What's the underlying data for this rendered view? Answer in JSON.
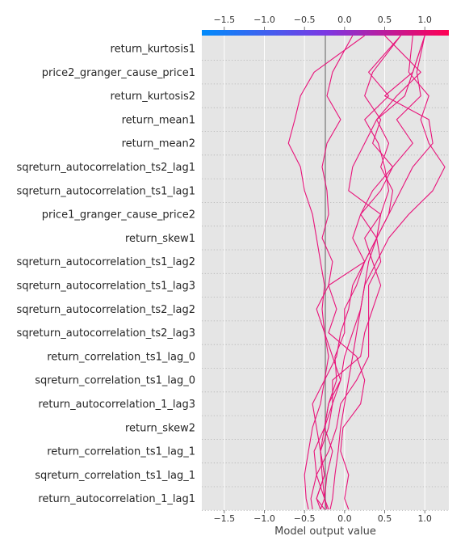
{
  "chart_data": {
    "type": "line",
    "xlabel": "Model output value",
    "xlim": [
      -1.78,
      1.3
    ],
    "xticks": [
      -1.5,
      -1.0,
      -0.5,
      0.0,
      0.5,
      1.0
    ],
    "xtick_labels": [
      "−1.5",
      "−1.0",
      "−0.5",
      "0.0",
      "0.5",
      "1.0"
    ],
    "base_value": -0.24,
    "features": [
      "return_kurtosis1",
      "price2_granger_cause_price1",
      "return_kurtosis2",
      "return_mean1",
      "return_mean2",
      "sqreturn_autocorrelation_ts2_lag1",
      "sqreturn_autocorrelation_ts1_lag1",
      "price1_granger_cause_price2",
      "return_skew1",
      "sqreturn_autocorrelation_ts1_lag2",
      "sqreturn_autocorrelation_ts1_lag3",
      "sqreturn_autocorrelation_ts2_lag2",
      "sqreturn_autocorrelation_ts2_lag3",
      "return_correlation_ts1_lag_0",
      "sqreturn_correlation_ts1_lag_0",
      "return_autocorrelation_1_lag3",
      "return_skew2",
      "return_correlation_ts1_lag_1",
      "sqreturn_correlation_ts1_lag_1",
      "return_autocorrelation_1_lag1"
    ],
    "colorbar_colors": [
      "#008bfb",
      "#7b38e3",
      "#ff0052"
    ],
    "line_color": "#e8137a",
    "series": [
      {
        "values": [
          -0.45,
          -0.48,
          -0.5,
          -0.45,
          -0.4,
          -0.3,
          -0.25,
          -0.2,
          -0.25,
          -0.28,
          -0.25,
          -0.3,
          -0.35,
          -0.4,
          -0.5,
          -0.55,
          -0.7,
          -0.62,
          -0.55,
          -0.38,
          0.25
        ]
      },
      {
        "values": [
          -0.22,
          -0.25,
          -0.28,
          -0.3,
          -0.35,
          -0.4,
          -0.25,
          -0.1,
          -0.05,
          0.05,
          0.1,
          0.25,
          0.4,
          0.55,
          0.6,
          0.45,
          0.55,
          0.4,
          0.75,
          0.85,
          1.0
        ]
      },
      {
        "values": [
          -0.2,
          -0.25,
          -0.22,
          -0.15,
          -0.25,
          -0.2,
          -0.05,
          -0.15,
          -0.25,
          -0.35,
          -0.2,
          0.25,
          0.1,
          0.2,
          0.45,
          0.6,
          0.85,
          0.65,
          0.95,
          0.9,
          1.0
        ]
      },
      {
        "values": [
          0.05,
          0.0,
          0.05,
          -0.05,
          -0.02,
          0.2,
          0.25,
          0.15,
          -0.2,
          -0.1,
          -0.2,
          -0.15,
          -0.28,
          -0.2,
          -0.22,
          -0.28,
          -0.22,
          -0.05,
          -0.22,
          -0.15,
          0.1
        ]
      },
      {
        "values": [
          -0.3,
          -0.35,
          -0.25,
          -0.3,
          -0.2,
          -0.15,
          -0.15,
          0.2,
          0.25,
          0.35,
          0.45,
          0.35,
          0.25,
          0.45,
          0.55,
          0.5,
          0.42,
          0.25,
          0.55,
          0.3,
          0.7
        ]
      },
      {
        "values": [
          -0.25,
          -0.35,
          -0.25,
          -0.3,
          -0.25,
          -0.15,
          -0.05,
          0.0,
          0.1,
          0.2,
          0.25,
          0.4,
          0.55,
          0.8,
          1.1,
          1.25,
          1.05,
          0.95,
          1.05,
          0.8,
          0.85
        ]
      },
      {
        "values": [
          -0.3,
          -0.25,
          -0.35,
          -0.38,
          -0.25,
          -0.2,
          -0.1,
          -0.12,
          0.0,
          0.0,
          0.15,
          0.25,
          0.4,
          0.55,
          0.7,
          0.85,
          1.1,
          1.05,
          0.5,
          0.85,
          1.0
        ]
      },
      {
        "values": [
          -0.4,
          -0.42,
          -0.35,
          -0.2,
          -0.1,
          -0.05,
          0.15,
          0.3,
          0.3,
          0.3,
          0.3,
          0.45,
          0.4,
          0.2,
          0.35,
          0.6,
          0.35,
          0.45,
          0.25,
          0.35,
          0.7
        ]
      },
      {
        "values": [
          -0.18,
          -0.15,
          -0.12,
          -0.08,
          -0.05,
          0.0,
          0.05,
          0.1,
          0.15,
          0.2,
          0.25,
          0.3,
          0.4,
          0.45,
          0.05,
          0.1,
          0.25,
          0.4,
          0.65,
          0.95,
          0.5
        ]
      }
    ]
  }
}
